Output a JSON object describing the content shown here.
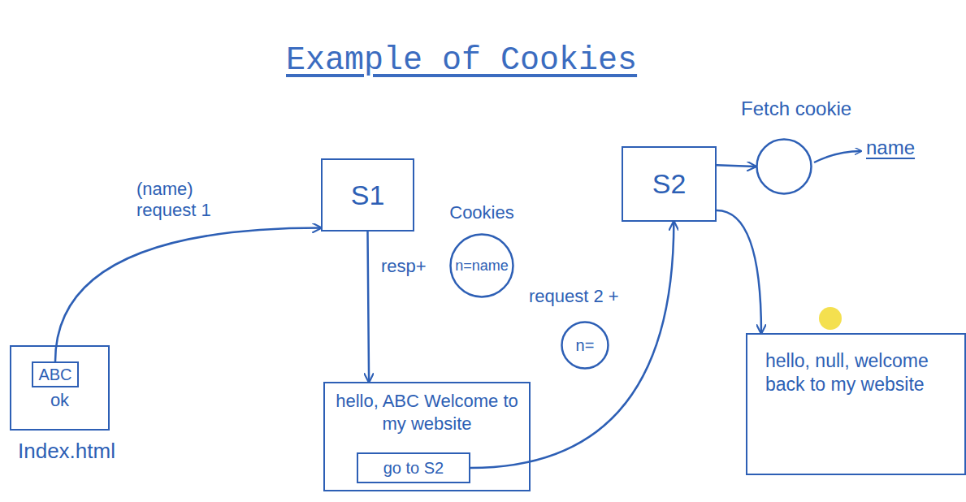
{
  "diagram": {
    "title": "Example of Cookies",
    "nodes": [
      {
        "text": [
          "ok",
          "Index.html"
        ]
      },
      {
        "text": [
          "ABC"
        ],
        "in": 0
      },
      {
        "text": [
          "S1"
        ]
      },
      {
        "text": [
          "Cookies",
          "n=name"
        ]
      },
      {
        "text": [
          "hello, ABC Welcome to my website"
        ]
      },
      {
        "text": [
          "go to S2"
        ],
        "in": 4
      },
      {
        "text": [
          "n="
        ]
      },
      {
        "text": [
          "S2"
        ]
      },
      {
        "text": [
          "Fetch cookie"
        ]
      },
      {
        "text": [
          "hello, null, welcome back to my website"
        ]
      }
    ],
    "edges": [
      {
        "from": 1,
        "to": 2,
        "arrow": "to",
        "label": "(name) request 1"
      },
      {
        "from": 2,
        "to": 4,
        "arrow": "to",
        "label": "resp+"
      },
      {
        "from": 5,
        "to": 7,
        "arrow": "to",
        "label": "request 2 +"
      },
      {
        "from": 7,
        "to": 8,
        "arrow": "to"
      },
      {
        "from": 7,
        "to": 9,
        "arrow": "to"
      }
    ],
    "labels": [
      "name"
    ]
  }
}
